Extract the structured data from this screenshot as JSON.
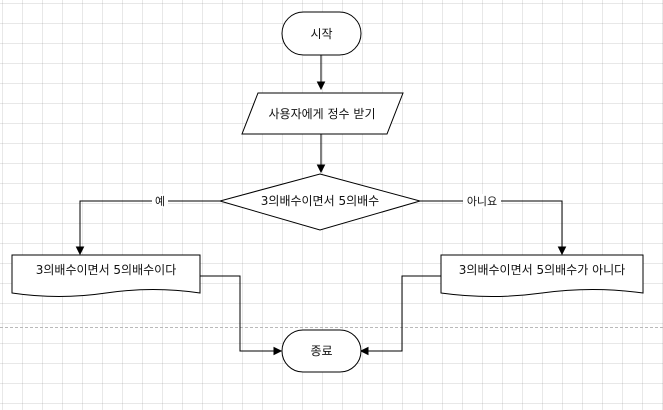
{
  "flowchart": {
    "start": "시작",
    "input": "사용자에게 정수 받기",
    "decision": "3의배수이면서 5의배수",
    "yes_label": "예",
    "no_label": "아니요",
    "yes_output": "3의배수이면서 5의배수이다",
    "no_output": "3의배수이면서 5의배수가 아니다",
    "end": "종료"
  },
  "colors": {
    "stroke": "#000000",
    "fill": "#ffffff",
    "grid": "#e6e6e6"
  }
}
